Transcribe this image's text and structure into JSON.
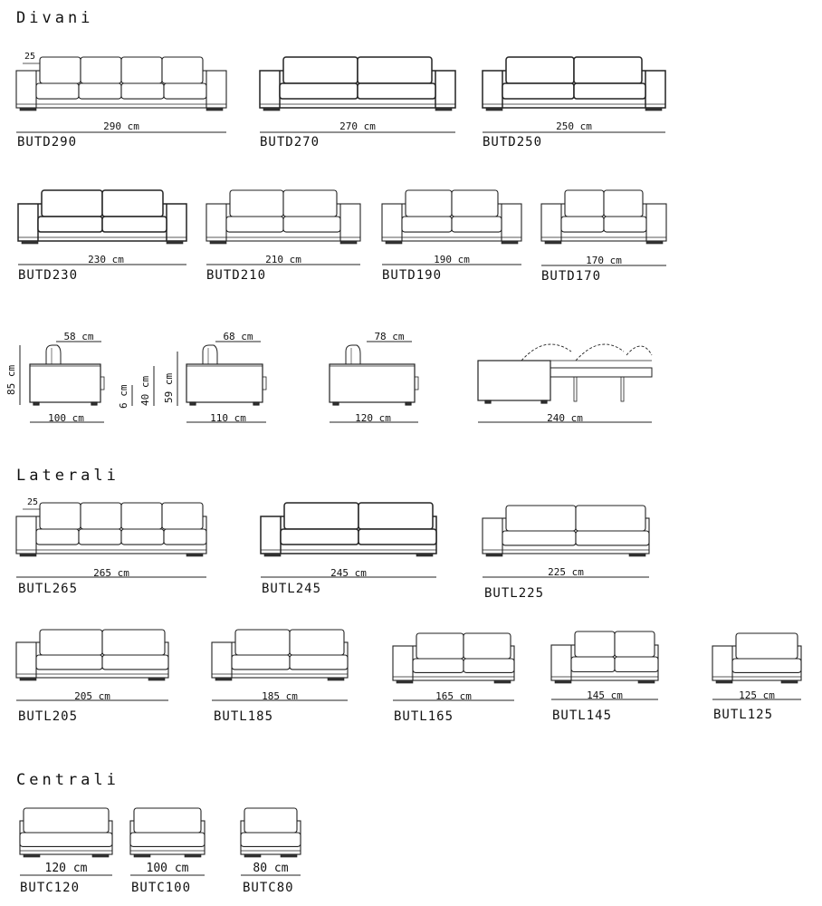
{
  "sections": {
    "divani": "Divani",
    "laterali": "Laterali",
    "centrali": "Centrali"
  },
  "divani": [
    {
      "dim": "290 cm",
      "code": "BUTD290"
    },
    {
      "dim": "270 cm",
      "code": "BUTD270"
    },
    {
      "dim": "250 cm",
      "code": "BUTD250"
    },
    {
      "dim": "230 cm",
      "code": "BUTD230"
    },
    {
      "dim": "210 cm",
      "code": "BUTD210"
    },
    {
      "dim": "190 cm",
      "code": "BUTD190"
    },
    {
      "dim": "170 cm",
      "code": "BUTD170"
    }
  ],
  "divani_arm": "25",
  "sides": {
    "depth1": "58 cm",
    "depth2": "68 cm",
    "depth3": "78 cm",
    "width1": "100 cm",
    "width2": "110 cm",
    "width3": "120 cm",
    "width4": "240 cm",
    "height_total": "85 cm",
    "leg": "6 cm",
    "seat": "40 cm",
    "arm": "59 cm"
  },
  "laterali": [
    {
      "dim": "265 cm",
      "code": "BUTL265"
    },
    {
      "dim": "245 cm",
      "code": "BUTL245"
    },
    {
      "dim": "225 cm",
      "code": "BUTL225"
    },
    {
      "dim": "205 cm",
      "code": "BUTL205"
    },
    {
      "dim": "185 cm",
      "code": "BUTL185"
    },
    {
      "dim": "165 cm",
      "code": "BUTL165"
    },
    {
      "dim": "145 cm",
      "code": "BUTL145"
    },
    {
      "dim": "125 cm",
      "code": "BUTL125"
    }
  ],
  "laterali_arm": "25",
  "centrali": [
    {
      "dim": "120 cm",
      "code": "BUTC120"
    },
    {
      "dim": "100 cm",
      "code": "BUTC100"
    },
    {
      "dim": "80 cm",
      "code": "BUTC80"
    }
  ]
}
